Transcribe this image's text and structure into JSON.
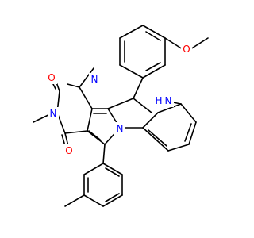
{
  "image": {
    "type": "chemical-structure-diagram",
    "background": "#ffffff"
  },
  "colors": {
    "bond": "#000000",
    "oxygen": "#ff0000",
    "nitrogen": "#0000ff"
  },
  "atoms": {
    "methoxy_o": "O",
    "carbonyl_o_top": "O",
    "carbonyl_o_bottom": "O",
    "n_top": "N",
    "n_left": "N",
    "n_ring": "N",
    "nh_h": "H",
    "nh_n": "N"
  }
}
